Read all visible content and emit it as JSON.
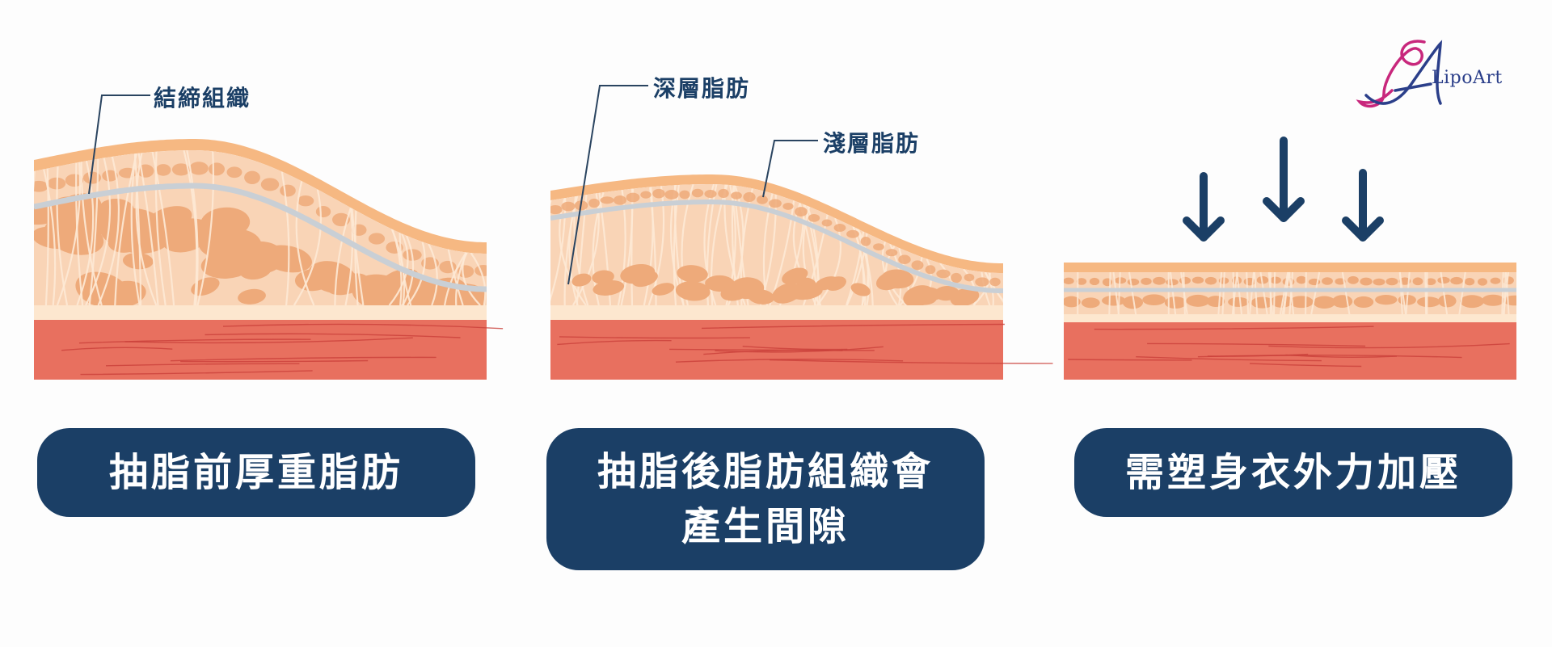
{
  "colors": {
    "navy": "#1b3f66",
    "skin": "#f6b882",
    "fat_bg": "#f9d4b6",
    "fat_cell": "#eeaa7a",
    "membrane": "#c9cfd5",
    "fascia": "#fde7cf",
    "muscle": "#e8705f",
    "muscle_line": "#c9403a",
    "logo_pink": "#c8277c",
    "logo_blue": "#2b3f8a"
  },
  "logo": {
    "text": "LipoArt"
  },
  "panels": [
    {
      "label_1": "結締組織",
      "caption_lines": [
        "抽脂前厚重脂肪"
      ]
    },
    {
      "label_1": "深層脂肪",
      "label_2": "淺層脂肪",
      "caption_lines": [
        "抽脂後脂肪組織會",
        "產生間隙"
      ]
    },
    {
      "caption_lines": [
        "需塑身衣外力加壓"
      ],
      "arrows": [
        "down-arrow-icon",
        "down-arrow-icon",
        "down-arrow-icon"
      ]
    }
  ]
}
